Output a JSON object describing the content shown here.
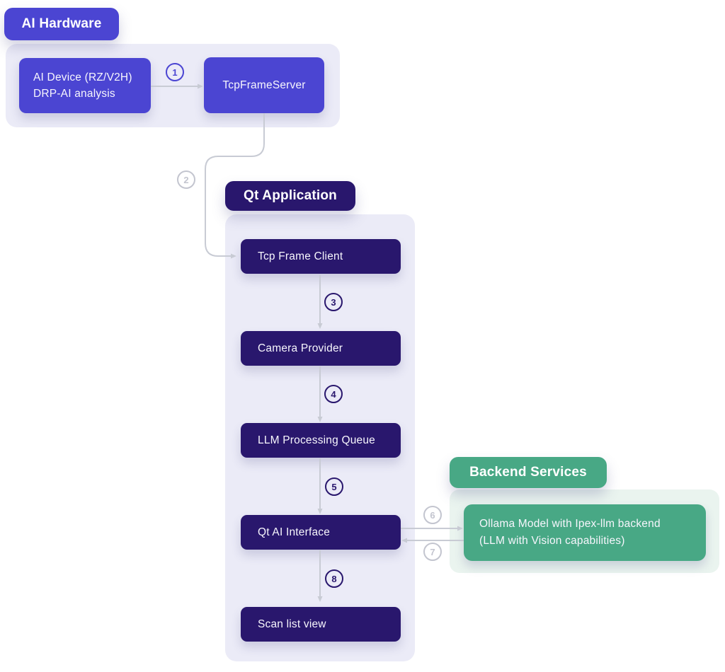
{
  "diagram": {
    "sections": {
      "ai_hardware": {
        "title": "AI Hardware",
        "nodes": {
          "ai_device": {
            "line1": "AI Device (RZ/V2H)",
            "line2": "DRP-AI analysis"
          },
          "tcp_frame_server": {
            "label": "TcpFrameServer"
          }
        }
      },
      "qt_application": {
        "title": "Qt Application",
        "nodes": {
          "tcp_frame_client": {
            "label": "Tcp Frame Client"
          },
          "camera_provider": {
            "label": "Camera Provider"
          },
          "llm_processing_queue": {
            "label": "LLM Processing Queue"
          },
          "qt_ai_interface": {
            "label": "Qt AI Interface"
          },
          "scan_list_view": {
            "label": "Scan list view"
          }
        }
      },
      "backend_services": {
        "title": "Backend Services",
        "nodes": {
          "ollama_model": {
            "line1": "Ollama Model with Ipex-llm backend",
            "line2": "(LLM with Vision capabilities)"
          }
        }
      }
    },
    "flow_steps": [
      {
        "step": "1",
        "from": "AI Device (RZ/V2H) DRP-AI analysis",
        "to": "TcpFrameServer"
      },
      {
        "step": "2",
        "from": "TcpFrameServer",
        "to": "Tcp Frame Client"
      },
      {
        "step": "3",
        "from": "Tcp Frame Client",
        "to": "Camera Provider"
      },
      {
        "step": "4",
        "from": "Camera Provider",
        "to": "LLM Processing Queue"
      },
      {
        "step": "5",
        "from": "LLM Processing Queue",
        "to": "Qt AI Interface"
      },
      {
        "step": "6",
        "from": "Qt AI Interface",
        "to": "Ollama Model with Ipex-llm backend (LLM with Vision capabilities)"
      },
      {
        "step": "7",
        "from": "Ollama Model with Ipex-llm backend (LLM with Vision capabilities)",
        "to": "Qt AI Interface"
      },
      {
        "step": "8",
        "from": "Qt AI Interface",
        "to": "Scan list view"
      }
    ],
    "colors": {
      "purple": "#4b45d2",
      "dark_navy": "#29176d",
      "green": "#48a885",
      "panel_lavender": "#ebebf7",
      "panel_mint": "#eaf4ef",
      "arrow_gray": "#c8cbd4",
      "step_gray": "#c3c5cf"
    }
  }
}
